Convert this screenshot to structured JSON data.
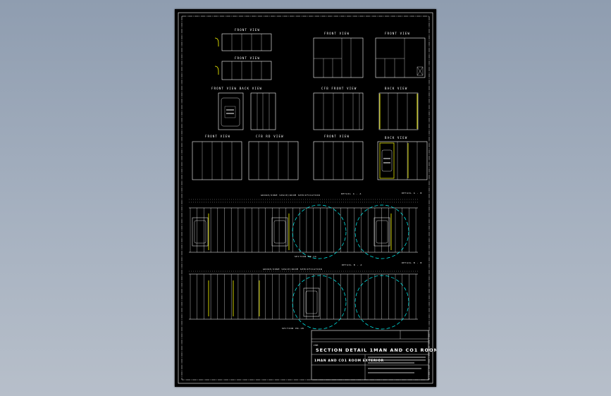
{
  "drawing": {
    "view_labels": {
      "front_view": "FRONT VIEW",
      "back_view": "BACK VIEW",
      "front_view_back_view": "FRONT VIEW  BACK VIEW",
      "cfb_front_view": "CFB FRONT VIEW",
      "cfb_rd_view": "CFB RD VIEW"
    },
    "section_labels": {
      "section_a": "SECTION PR-1A",
      "section_b": "SECTION PR-1B",
      "detail_a1": "DETAIL A - A",
      "detail_a2": "DETAIL A - B",
      "detail_b1": "DETAIL B - A",
      "detail_b2": "DETAIL B - B",
      "group_a": "GROUP/ZONE SPACE/ROOM SPECIFICATION",
      "group_b": "GROUP/ZONE SPACE/ROOM SPECIFICATION"
    },
    "title_block": {
      "title": "SECTION DETAIL 1MAN AND CO1 ROOM",
      "subtitle": "1MAN AND CO1 ROOM EXTERIOR",
      "item_label": "ITEM"
    },
    "colors": {
      "line": "#ffffff",
      "highlight": "#ffff00",
      "detail_circle": "#00ffff",
      "sheet": "#000000"
    }
  }
}
